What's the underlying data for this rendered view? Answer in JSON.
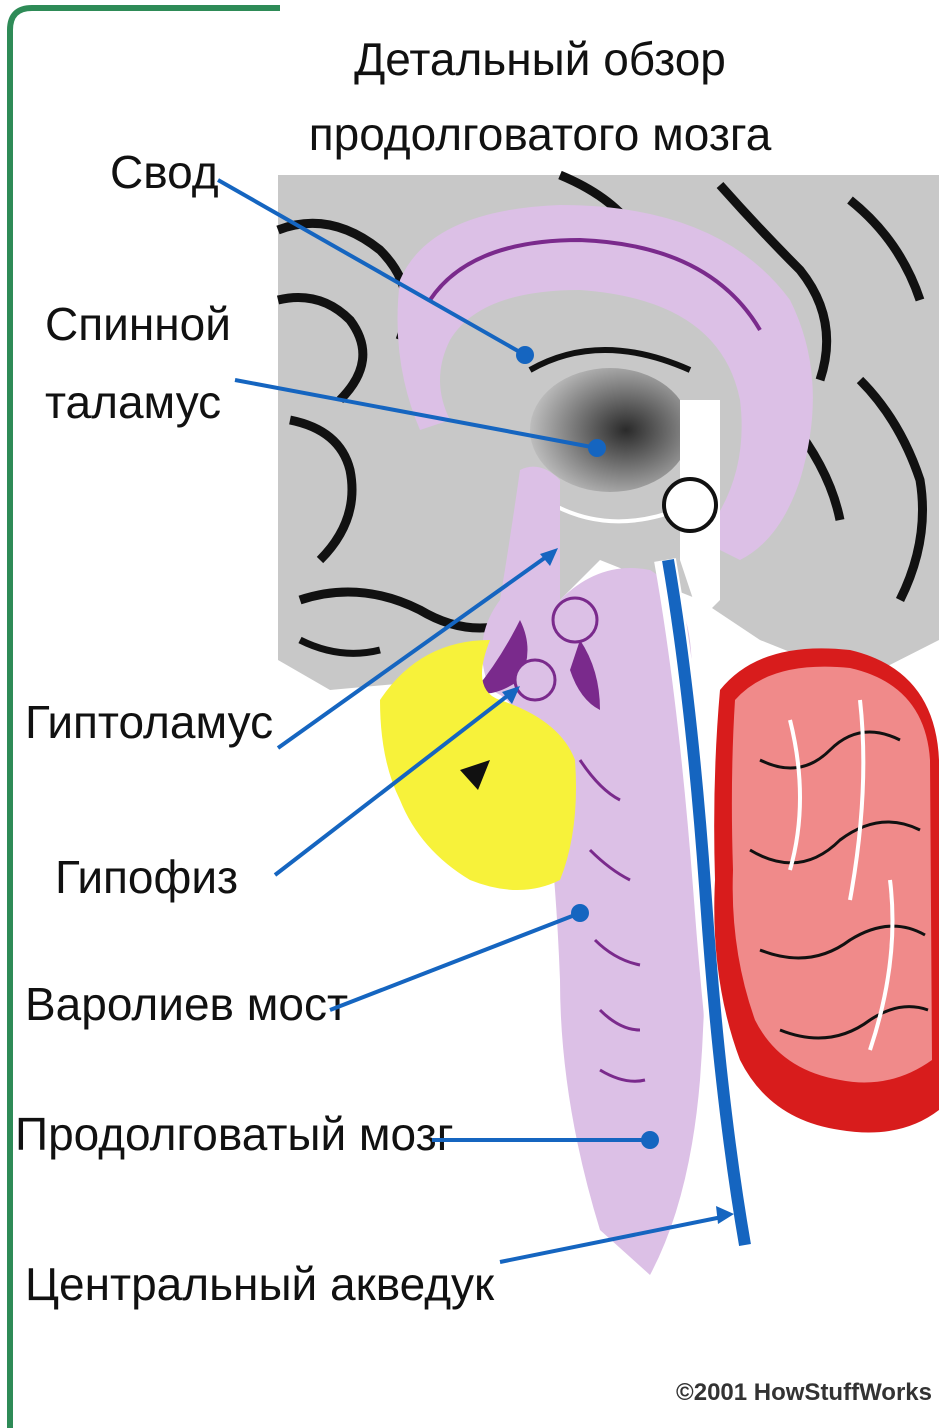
{
  "title": {
    "line1": "Детальный обзор",
    "line2": "продолговатого мозга"
  },
  "labels": {
    "fornix": "Свод",
    "thalamus_line1": "Спинной",
    "thalamus_line2": "таламус",
    "hypothalamus": "Гиптоламус",
    "pituitary": "Гипофиз",
    "pons": "Варолиев мост",
    "medulla": "Продолговатый мозг",
    "aqueduct": "Центральный акведук"
  },
  "credit": "©2001 HowStuffWorks",
  "colors": {
    "frame": "#2e8b57",
    "cortex_gray": "#c8c8c8",
    "sulci_black": "#111111",
    "brainstem_lilac": "#dcc0e6",
    "purple_outline": "#7a2a8c",
    "yellow_lobe": "#f7f23a",
    "cerebellum_pink": "#f08a8a",
    "cerebellum_red": "#d81c1c",
    "canal_blue": "#1565c0",
    "leader_blue": "#1565c0"
  }
}
